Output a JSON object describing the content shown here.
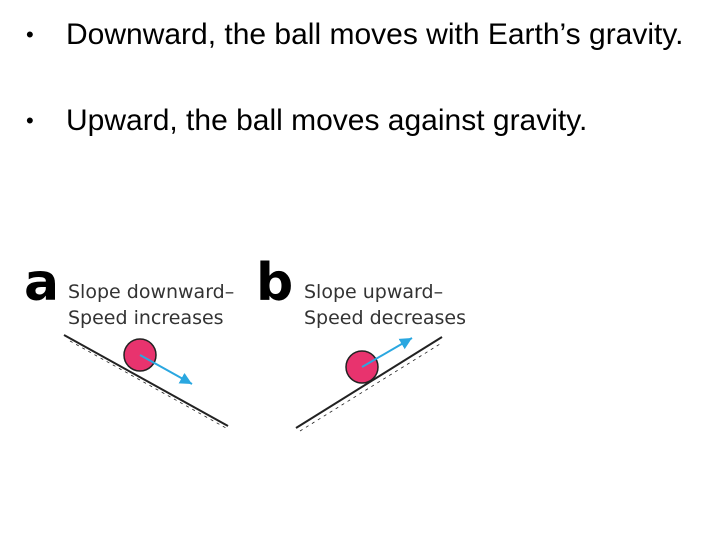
{
  "bullets": [
    {
      "symbol": "•",
      "text": "Downward, the ball moves with Earth’s gravity."
    },
    {
      "symbol": "•",
      "text": "Upward, the ball moves against gravity."
    }
  ],
  "figure": {
    "panels": [
      {
        "letter": "a",
        "line1": "Slope downward–",
        "line2": "Speed increases"
      },
      {
        "letter": "b",
        "line1": "Slope upward–",
        "line2": "Speed decreases"
      }
    ],
    "colors": {
      "ball": "#e8336e",
      "ball_outline": "#222222",
      "arrow": "#2aa7e0",
      "slope": "#222222"
    }
  }
}
